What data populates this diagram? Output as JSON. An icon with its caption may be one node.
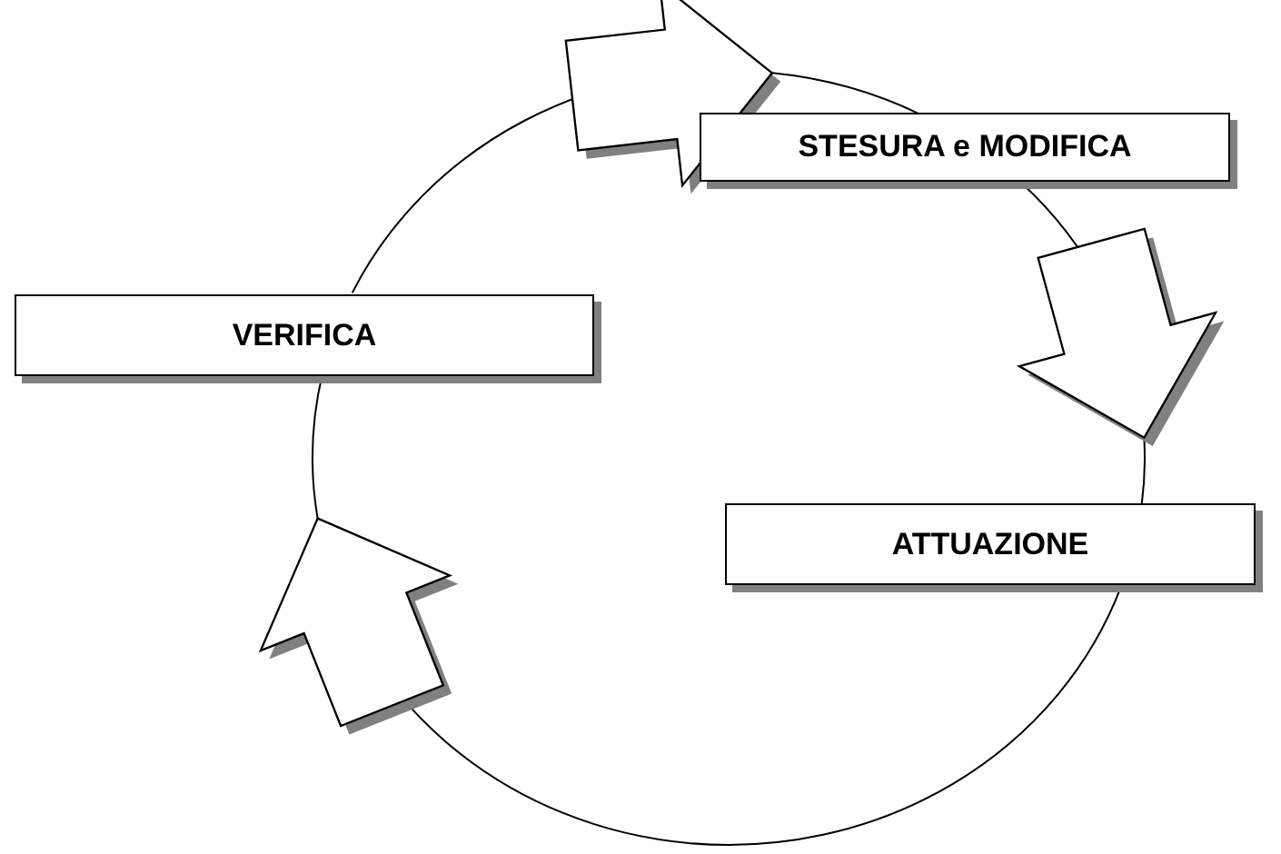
{
  "diagram": {
    "nodes": [
      {
        "text": [
          "STESURA e MODIFICA"
        ]
      },
      {
        "text": [
          "VERIFICA"
        ]
      },
      {
        "text": [
          "ATTUAZIONE"
        ]
      }
    ],
    "edges": [
      {
        "from": 0,
        "to": 2,
        "arrow": "to"
      },
      {
        "from": 2,
        "to": 1,
        "arrow": "to"
      },
      {
        "from": 1,
        "to": 0,
        "arrow": "to"
      }
    ]
  }
}
